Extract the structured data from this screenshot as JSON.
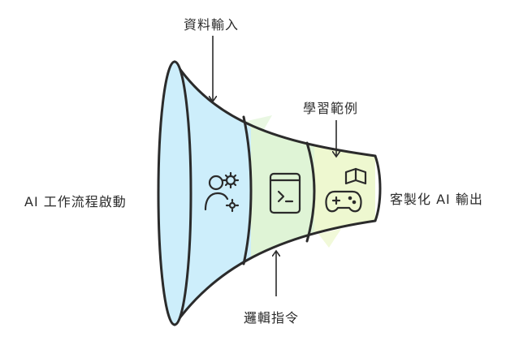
{
  "labels": {
    "data_input": "資料輸入",
    "learning_examples": "學習範例",
    "logic_instructions": "邏輯指令",
    "workflow_start": "AI 工作流程啟動",
    "custom_output": "客製化 AI 輸出"
  },
  "icons": {
    "section_1": "person-gear-icon",
    "section_2": "terminal-book-icon",
    "section_3": "gamepad-book-icon"
  },
  "colors": {
    "section_1": "#cdeefb",
    "section_2": "#dff4d6",
    "section_3": "#eef8d0",
    "stroke": "#2b2b2b"
  }
}
